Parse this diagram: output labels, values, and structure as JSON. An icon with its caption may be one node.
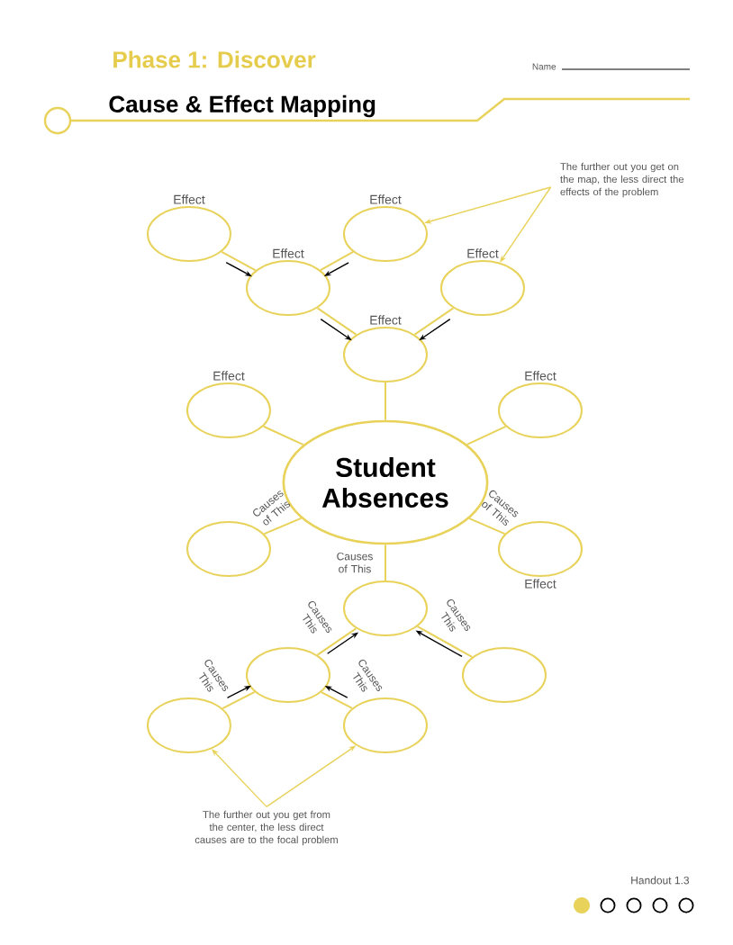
{
  "diagram": {
    "title": "Cause & Effect Mapping",
    "nodes": [
      {
        "text": [
          "The further out you get on the map, the less direct the effects of the problem"
        ]
      },
      {
        "text": [],
        "shape": "ellipse",
        "beside": [
          "Effect"
        ]
      },
      {
        "text": [],
        "shape": "ellipse",
        "beside": [
          "Effect"
        ]
      },
      {
        "text": [],
        "shape": "ellipse",
        "beside": [
          "Effect"
        ]
      },
      {
        "text": [],
        "shape": "ellipse",
        "beside": [
          "Effect"
        ]
      },
      {
        "text": [],
        "shape": "ellipse",
        "beside": [
          "Effect"
        ]
      },
      {
        "text": [],
        "shape": "ellipse",
        "beside": [
          "Effect"
        ]
      },
      {
        "text": [],
        "shape": "ellipse",
        "beside": [
          "Effect"
        ]
      },
      {
        "text": [
          "Student Absences"
        ]
      },
      {
        "text": [],
        "shape": "ellipse"
      },
      {
        "text": [],
        "shape": "ellipse",
        "beside": [
          "Effect"
        ]
      },
      {
        "text": [],
        "shape": "ellipse"
      },
      {
        "text": [],
        "shape": "ellipse"
      },
      {
        "text": [],
        "shape": "ellipse"
      },
      {
        "text": [],
        "shape": "ellipse"
      },
      {
        "text": [],
        "shape": "ellipse"
      },
      {
        "text": [
          "The further out you get from the center, the less direct causes are to the focal problem"
        ]
      }
    ],
    "edges": [
      {
        "from": 1,
        "to": 3,
        "arrow": "to"
      },
      {
        "from": 2,
        "to": 3,
        "arrow": "to"
      },
      {
        "from": 3,
        "to": 5,
        "arrow": "to"
      },
      {
        "from": 4,
        "to": 5,
        "arrow": "to"
      },
      {
        "from": 5,
        "to": 8,
        "arrow": "none"
      },
      {
        "from": 6,
        "to": 8,
        "arrow": "none"
      },
      {
        "from": 7,
        "to": 8,
        "arrow": "none"
      },
      {
        "from": 9,
        "to": 8,
        "arrow": "none",
        "label": "Causes of This"
      },
      {
        "from": 10,
        "to": 8,
        "arrow": "none",
        "label": "Causes of This"
      },
      {
        "from": 11,
        "to": 8,
        "arrow": "none",
        "label": "Causes of This"
      },
      {
        "from": 12,
        "to": 11,
        "arrow": "to",
        "label": "Causes This"
      },
      {
        "from": 13,
        "to": 11,
        "arrow": "to",
        "label": "Causes This"
      },
      {
        "from": 14,
        "to": 12,
        "arrow": "to",
        "label": "Causes This"
      },
      {
        "from": 15,
        "to": 12,
        "arrow": "to",
        "label": "Causes This"
      },
      {
        "from": 0,
        "to": 2,
        "arrow": "to"
      },
      {
        "from": 0,
        "to": 4,
        "arrow": "to"
      },
      {
        "from": 16,
        "to": 14,
        "arrow": "to"
      },
      {
        "from": 16,
        "to": 15,
        "arrow": "to"
      }
    ],
    "labels": [
      "Phase 1: Discover",
      "Name",
      "Handout 1.3"
    ]
  }
}
